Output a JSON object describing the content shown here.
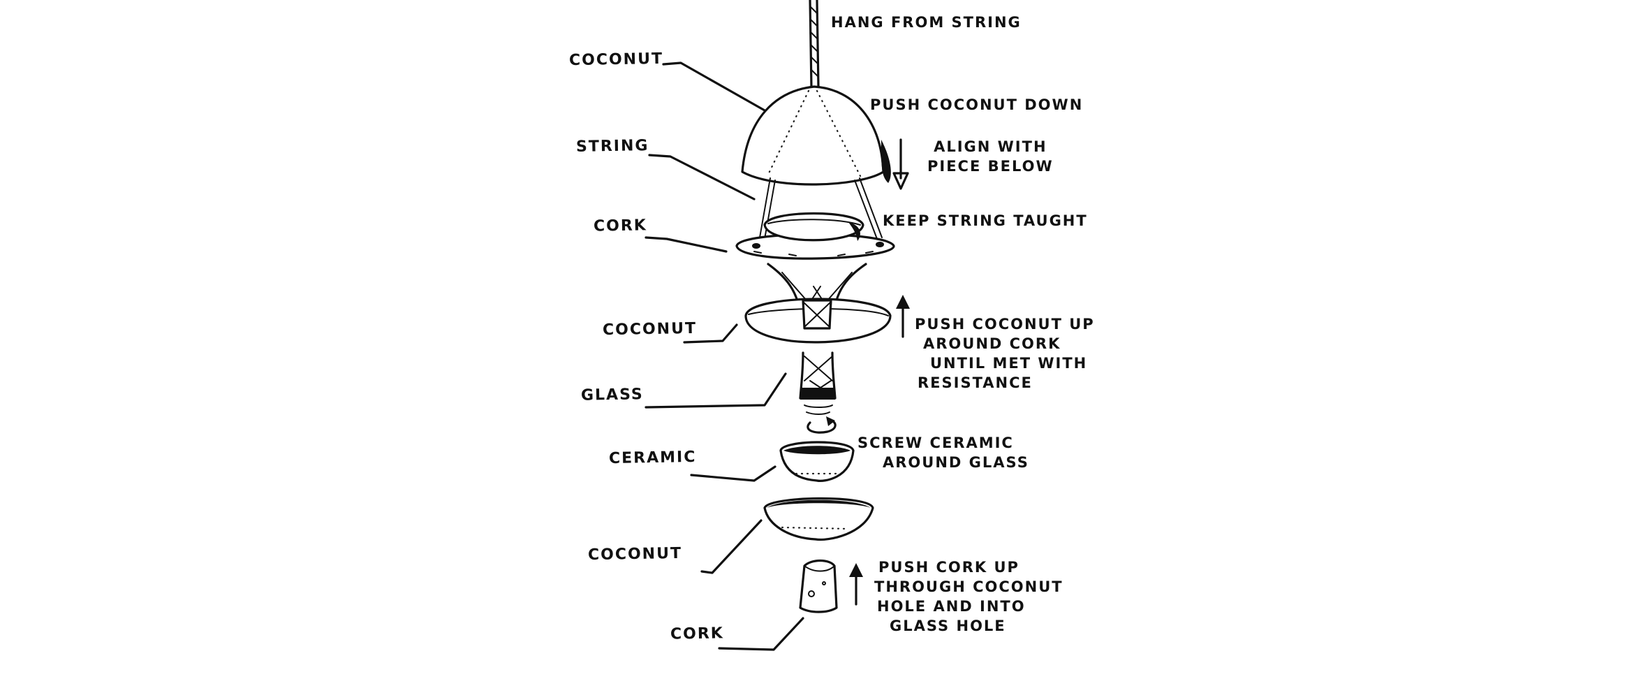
{
  "parts": {
    "coconut_top": "COCONUT",
    "string": "STRING",
    "cork_top": "CORK",
    "coconut_mid": "COCONUT",
    "glass": "GLASS",
    "ceramic": "CERAMIC",
    "coconut_bottom": "COCONUT",
    "cork_bottom": "CORK"
  },
  "instructions": {
    "hang": [
      "HANG FROM STRING"
    ],
    "push_down": [
      "PUSH COCONUT DOWN"
    ],
    "align": [
      "ALIGN WITH",
      "PIECE BELOW"
    ],
    "keep_taught": [
      "KEEP STRING TAUGHT"
    ],
    "push_up": [
      "PUSH COCONUT UP",
      "AROUND CORK",
      "UNTIL MET WITH",
      "RESISTANCE"
    ],
    "screw": [
      "SCREW CERAMIC",
      "AROUND GLASS"
    ],
    "push_cork": [
      "PUSH CORK UP",
      "THROUGH COCONUT",
      "HOLE AND INTO",
      "GLASS HOLE"
    ]
  }
}
